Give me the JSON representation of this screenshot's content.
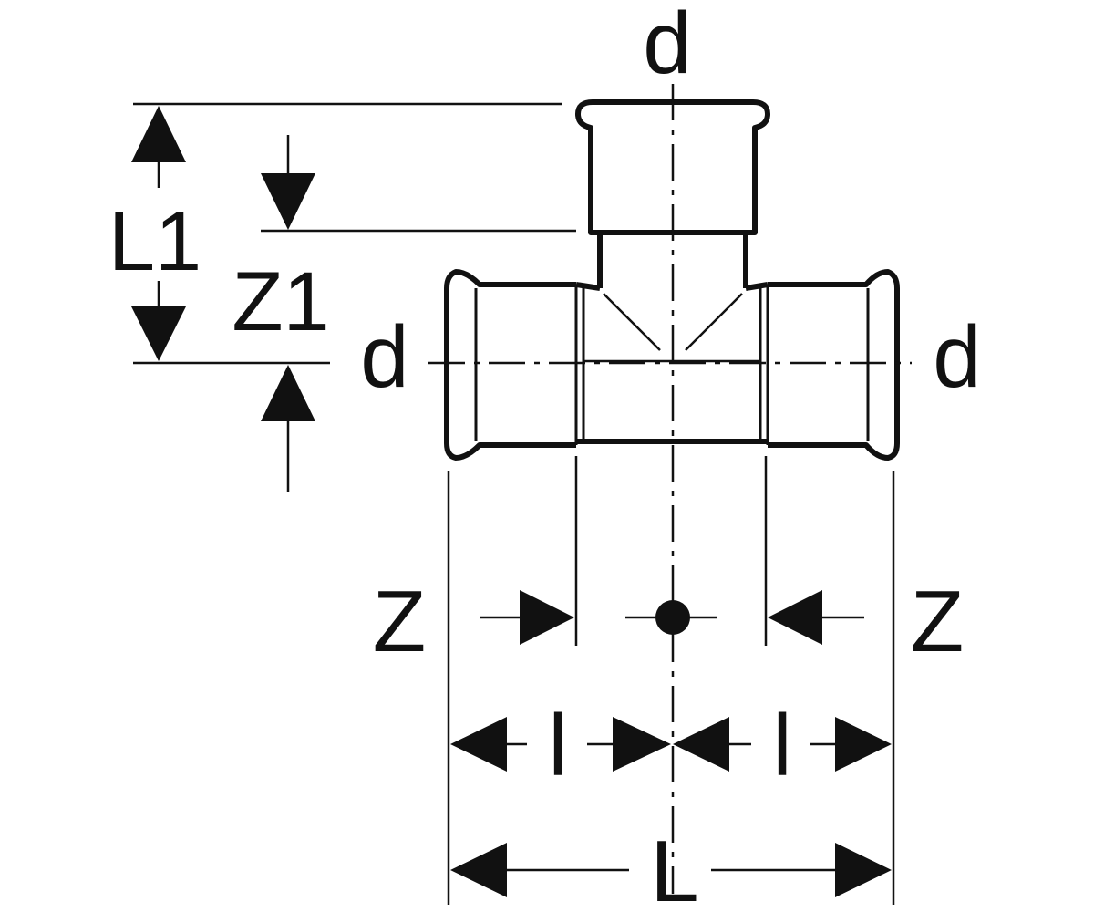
{
  "labels": {
    "top_d": "d",
    "left_d": "d",
    "right_d": "d",
    "L1": "L1",
    "Z1": "Z1",
    "Z_left": "Z",
    "Z_right": "Z",
    "l_left": "l",
    "l_right": "l",
    "L": "L"
  },
  "colors": {
    "line": "#111111",
    "background": "#ffffff"
  }
}
